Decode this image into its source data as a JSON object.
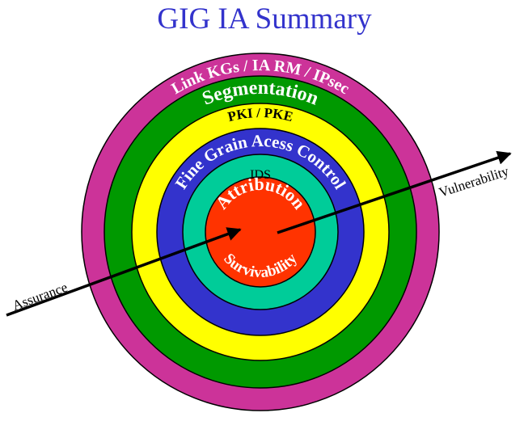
{
  "title": "GIG IA Summary",
  "diagram": {
    "type": "concentric-rings",
    "rings": [
      {
        "id": "link",
        "label": "Link KGs / IA RM / IPsec",
        "color": "#cc3399",
        "text_color": "#ffffff"
      },
      {
        "id": "segmentation",
        "label": "Segmentation",
        "color": "#009900",
        "text_color": "#ffffff"
      },
      {
        "id": "pki",
        "label": "PKI / PKE",
        "color": "#ffff00",
        "text_color": "#000000"
      },
      {
        "id": "access",
        "label": "Fine Grain Acess Control",
        "color": "#3333cc",
        "text_color": "#ffffff"
      },
      {
        "id": "ids",
        "label": "IDS",
        "color": "#00cc99",
        "text_color": "#000000"
      },
      {
        "id": "core",
        "label": "Attribution",
        "label_bottom": "Survivability",
        "color": "#ff3300",
        "text_color": "#ffffff"
      }
    ],
    "arrows": [
      {
        "id": "assurance",
        "label": "Assurance",
        "direction": "inward"
      },
      {
        "id": "vulnerability",
        "label": "Vulnerability",
        "direction": "outward"
      }
    ]
  }
}
